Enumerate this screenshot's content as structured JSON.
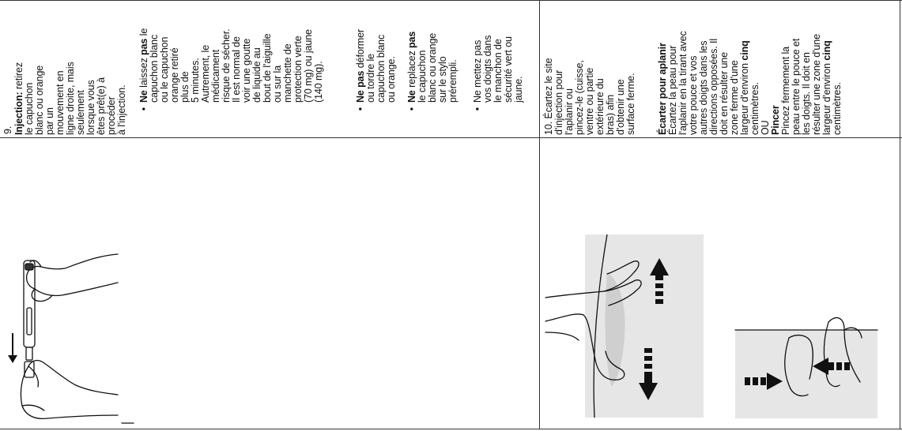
{
  "step9": {
    "number": "9.",
    "title": "Injection:",
    "body": [
      "retirez",
      "le capuchon",
      "blanc ou orange",
      "par un",
      "mouvement en",
      "ligne droite, mais",
      "seulement",
      "lorsque vous",
      "êtes prêt(e) à",
      "procéder",
      "à l'injection."
    ],
    "bullets": [
      {
        "bold": "Ne",
        "mid": "laissez",
        "bold2": "pas",
        "text_after_bold2": "le",
        "lines": [
          "capuchon blanc",
          "ou le capuchon",
          "orange retiré",
          "plus de",
          "5 minutes.",
          "Autrement, le",
          "médicament",
          "risque de sécher.",
          "Il est normal de",
          "voir une goutte",
          "de liquide au",
          "bout de l'aiguille",
          "ou sur la",
          "manchette de",
          "protection verte",
          "(70 mg) ou jaune",
          "(140 mg)."
        ]
      },
      {
        "bold": "Ne pas",
        "first_line_rest": "déformer",
        "lines": [
          "ou tordre le",
          "capuchon blanc",
          "ou orange."
        ]
      },
      {
        "bold": "Ne",
        "mid": "replacez",
        "bold2": "pas",
        "lines": [
          "le capuchon",
          "blanc ou orange",
          "sur le stylo",
          "prérempli."
        ]
      },
      {
        "lines": [
          "Ne mettez pas",
          "vos doigts dans",
          "le manchon de",
          "sécurité vert ou",
          "jaune."
        ]
      }
    ]
  },
  "step10": {
    "number": "10.",
    "lines": [
      "Écartez le site",
      "d'injection pour",
      "l'aplanir ou",
      "pincez-le (cuisse,",
      "ventre ou partie",
      "extérieure du",
      "bras) afin",
      "d'obtenir une",
      "surface ferme."
    ],
    "stretch_heading": "Écarter pour aplanir",
    "stretch_lines": [
      "Écartez la peau pour",
      "l'aplanir en la tirant avec",
      "votre pouce et vos",
      "autres doigts dans les",
      "directions opposées. Il",
      "doit en résulter une",
      "zone ferme d'une"
    ],
    "stretch_last_prefix": "largeur d'environ",
    "stretch_last_bold": "cinq",
    "stretch_end": "centimètres.",
    "or_label": "OU",
    "pinch_heading": "Pincer",
    "pinch_lines": [
      "Pincez fermement la",
      "peau entre le pouce et",
      "les doigts. Il doit en",
      "résulter une zone d'une"
    ],
    "pinch_last_prefix": "largeur d'environ",
    "pinch_last_bold": "cinq",
    "pinch_end": "centimètres."
  },
  "colors": {
    "rule": "#333333",
    "skin_panel": "#e6e6e6",
    "arrow": "#111111"
  }
}
